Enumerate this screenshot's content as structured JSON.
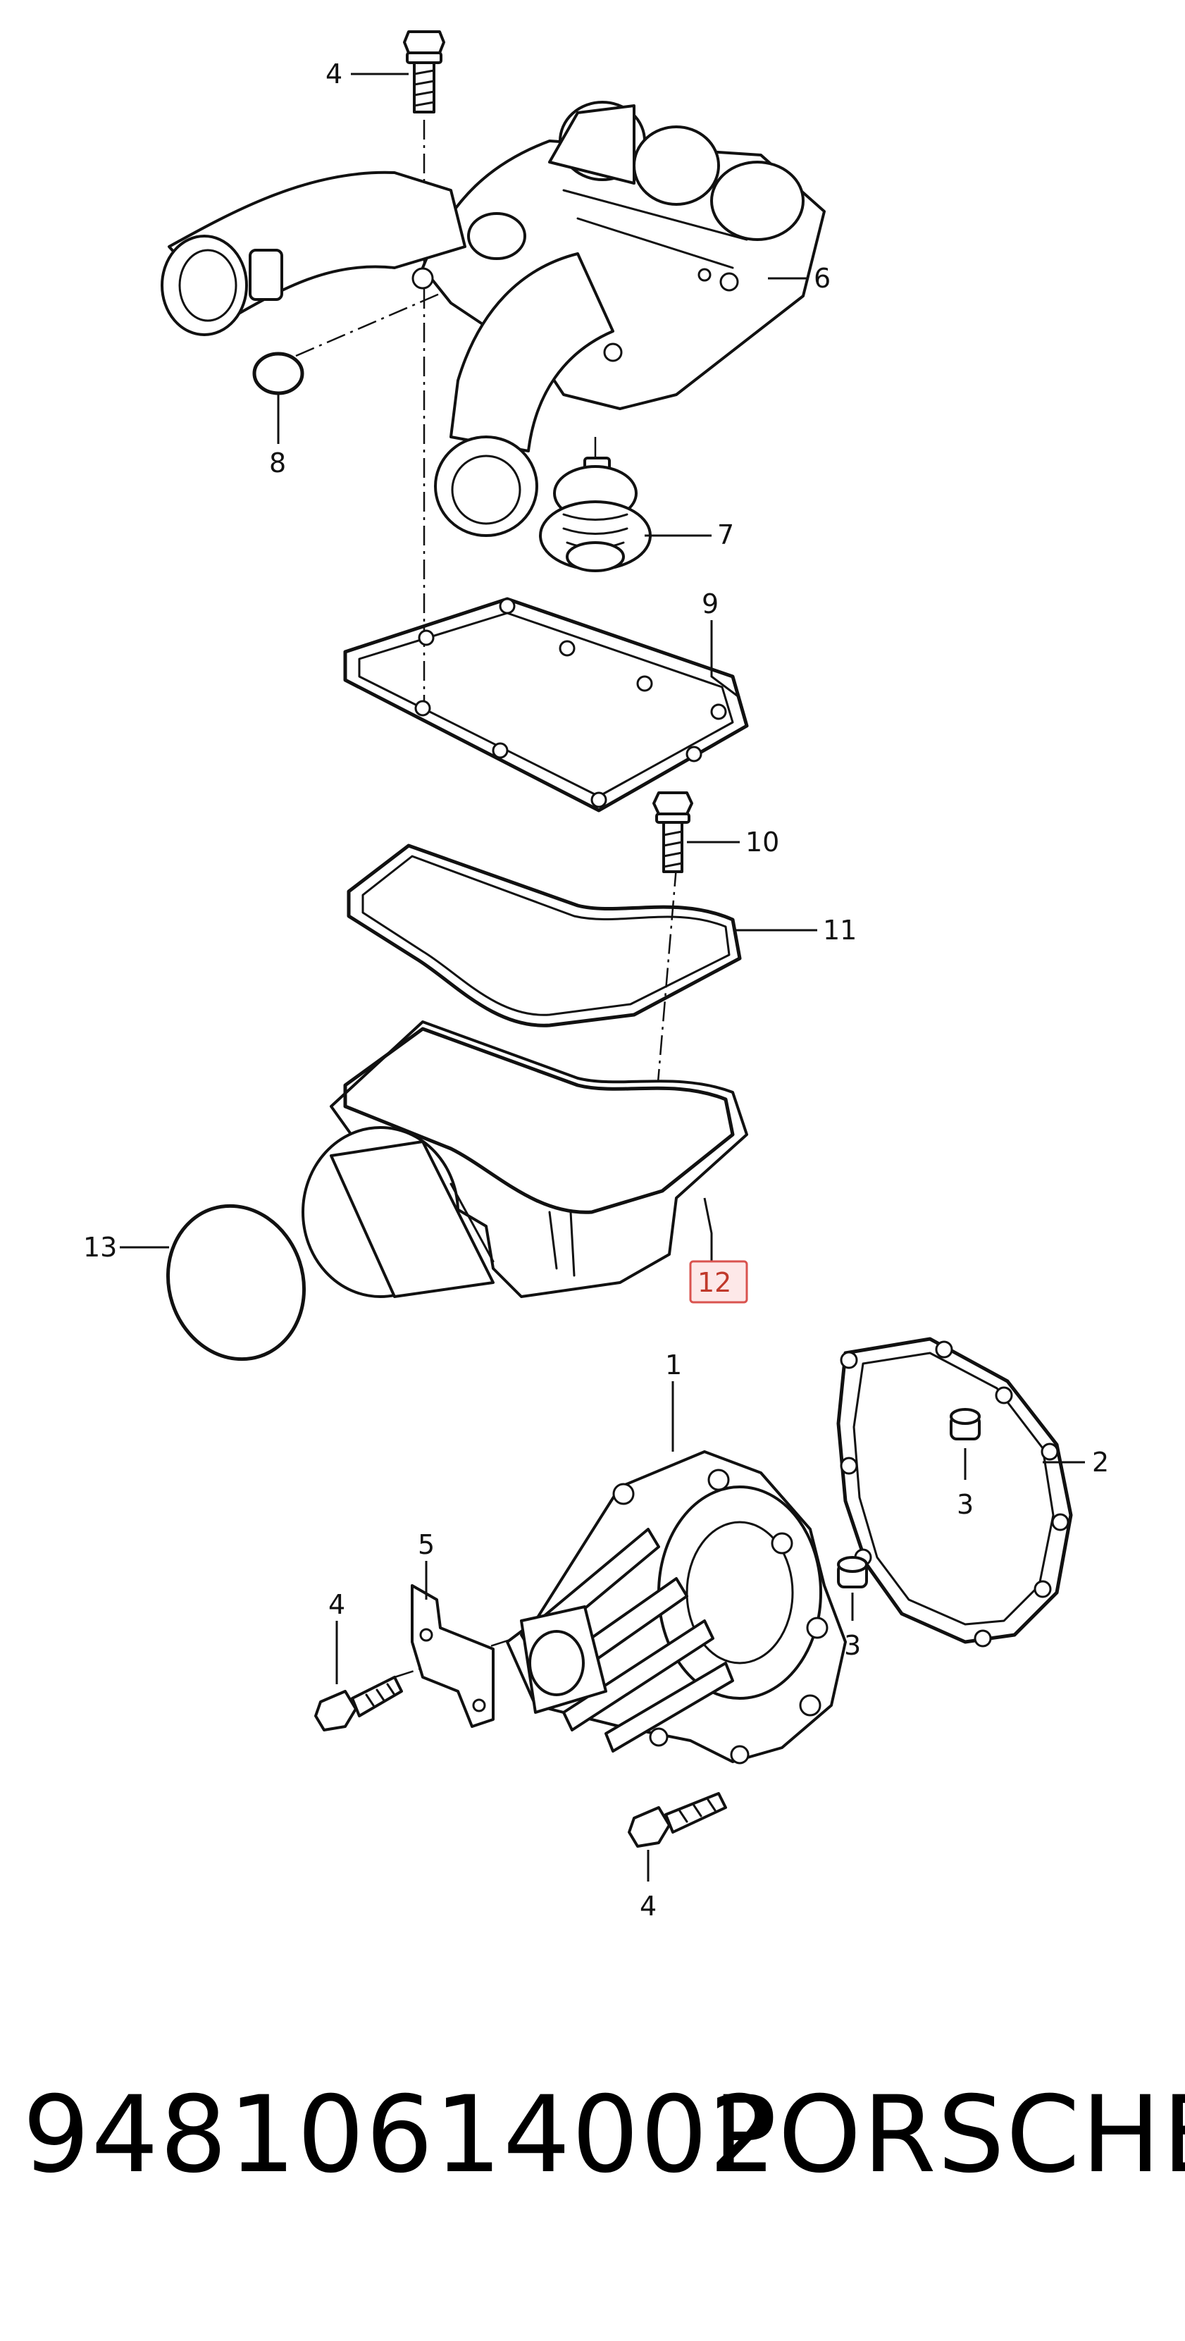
{
  "diagram": {
    "callouts": [
      {
        "id": "c4-top",
        "label": "4"
      },
      {
        "id": "c6",
        "label": "6"
      },
      {
        "id": "c8",
        "label": "8"
      },
      {
        "id": "c7",
        "label": "7"
      },
      {
        "id": "c9",
        "label": "9"
      },
      {
        "id": "c10",
        "label": "10"
      },
      {
        "id": "c11",
        "label": "11"
      },
      {
        "id": "c12",
        "label": "12",
        "highlighted": true
      },
      {
        "id": "c13",
        "label": "13"
      },
      {
        "id": "c1",
        "label": "1"
      },
      {
        "id": "c2",
        "label": "2"
      },
      {
        "id": "c3-upper",
        "label": "3"
      },
      {
        "id": "c3-lower",
        "label": "3"
      },
      {
        "id": "c5",
        "label": "5"
      },
      {
        "id": "c4-left",
        "label": "4"
      },
      {
        "id": "c4-bottom",
        "label": "4"
      }
    ],
    "highlight_color": "#d9534f"
  },
  "footer": {
    "part_number": "94810614002",
    "brand": "PORSCHE"
  }
}
